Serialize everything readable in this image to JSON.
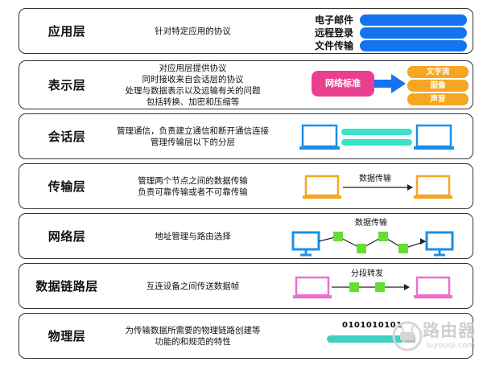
{
  "colors": {
    "blue": "#1473ef",
    "monitor_blue": "#1a8fe8",
    "cyan": "#39e3c8",
    "orange": "#f5a623",
    "pink": "#ea3f8e",
    "green": "#66dd33",
    "magenta": "#ec6fd0",
    "teal": "#3ed1c2",
    "gray": "#bbbbbb"
  },
  "layers": {
    "application": {
      "name": "应用层",
      "desc": [
        "针对特定应用的协议"
      ],
      "apps": [
        "电子邮件",
        "远程登录",
        "文件传输"
      ]
    },
    "presentation": {
      "name": "表示层",
      "desc": [
        "对应用层提供协议",
        "同时接收来自会话层的协议",
        "处理与数据表示以及运输有关的问题",
        "包括转换、加密和压缩等"
      ],
      "box_label": "网络标准",
      "formats": [
        "文字流",
        "图像",
        "声音"
      ]
    },
    "session": {
      "name": "会话层",
      "desc": [
        "管理通信，负责建立通信和断开通信连接",
        "管理传输层以下的分层"
      ]
    },
    "transport": {
      "name": "传输层",
      "desc": [
        "管理两个节点之间的数据传输",
        "负责可靠传输或者不可靠传输"
      ],
      "arrow_label": "数据传输"
    },
    "network": {
      "name": "网络层",
      "desc": [
        "地址管理与路由选择"
      ],
      "arrow_label": "数据传输"
    },
    "datalink": {
      "name": "数据链路层",
      "desc": [
        "互连设备之间传送数据帧"
      ],
      "arrow_label": "分段转发"
    },
    "physical": {
      "name": "物理层",
      "desc": [
        "为传输数据所需要的物理链路创建等",
        "功能的和规范的特性"
      ],
      "bits": "0101010101"
    }
  },
  "watermark": {
    "text": "路由器",
    "url": "luyouqi.com"
  }
}
